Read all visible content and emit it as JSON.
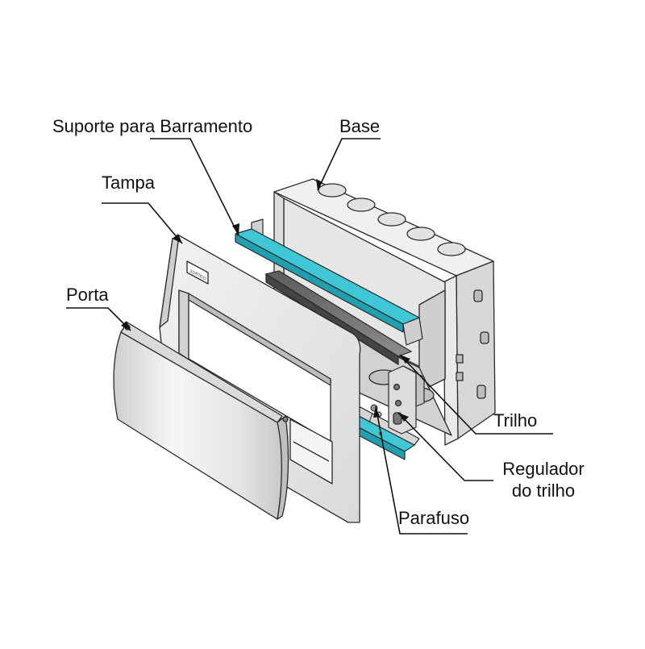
{
  "labels": {
    "suporte": "Suporte para Barramento",
    "base": "Base",
    "tampa": "Tampa",
    "porta": "Porta",
    "trilho": "Trilho",
    "regulador_line1": "Regulador",
    "regulador_line2": "do trilho",
    "parafuso": "Parafuso"
  },
  "logo_text": "SORTEIO",
  "colors": {
    "busbar": "#3fc7d6",
    "busbar_dark": "#1f9fb0",
    "outline": "#2a2a2a",
    "fill_light": "#eeeeee",
    "fill_mid": "#d9d9d9",
    "fill_dark": "#a6a6a6"
  }
}
